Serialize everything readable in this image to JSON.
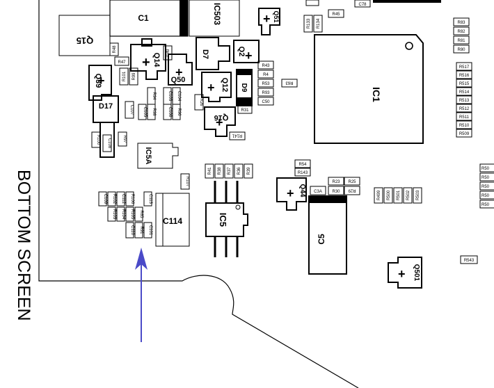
{
  "board_label": "BOTTOM SCREEN",
  "arrow_color": "#4a4ac8",
  "large_parts": {
    "c1": "C1",
    "ic503": "IC503",
    "q15": "Q15",
    "ic1": "IC1",
    "ic5a": "IC5A",
    "c114": "C114",
    "ic5": "IC5",
    "c5": "C5",
    "q51": "Q51",
    "q14": "Q14",
    "q50": "Q50",
    "q39": "Q39",
    "d7": "D7",
    "q2": "Q2",
    "q12": "Q12",
    "d9": "D9",
    "q16": "Q16",
    "d17": "D17",
    "q44": "Q44",
    "q501": "Q501"
  },
  "small_labels": {
    "c78": "C78",
    "r45": "R45",
    "r133": "R133",
    "r134": "R134",
    "r83": "R83",
    "r82": "R82",
    "r81": "R81",
    "r80": "R80",
    "r48": "R48",
    "r47": "R47",
    "c49": "C49",
    "r101": "R101",
    "r99": "R99",
    "r43": "R43",
    "r4": "R4",
    "r53": "R53",
    "r93": "R93",
    "c50": "C50",
    "r63": "R63",
    "r517": "R517",
    "r516": "R516",
    "r515": "R515",
    "r514": "R514",
    "r513": "R513",
    "r512": "R512",
    "r511": "R511",
    "r510": "R510",
    "r509": "R509",
    "r94": "R94",
    "c103": "C103",
    "c104": "C104",
    "r96": "R96",
    "r98": "R98",
    "c105": "C105",
    "c106": "C106",
    "r26": "R26",
    "r31": "R31",
    "r141": "R141",
    "c107": "C107",
    "r100": "R100",
    "c108": "C108",
    "r97": "R97",
    "r41": "R41",
    "r38": "R38",
    "r37": "R37",
    "r36": "R36",
    "r39": "R39",
    "r54": "R54",
    "r143": "R143",
    "r23": "R23",
    "r25": "R25",
    "c3a": "C3A",
    "r30": "R30",
    "r29": "R29",
    "r499": "R499",
    "r500": "R500",
    "r501": "R501",
    "r502": "R502",
    "r503": "R503",
    "r107": "R107",
    "c109": "C109",
    "c112": "C112",
    "r106": "R106",
    "c113": "C113",
    "r102": "R102",
    "r104": "R104",
    "r105": "R105",
    "r85": "R85",
    "r103": "R103",
    "c110": "C110",
    "r91": "R91",
    "c101": "C101",
    "r543": "R543",
    "r50": "R50"
  }
}
